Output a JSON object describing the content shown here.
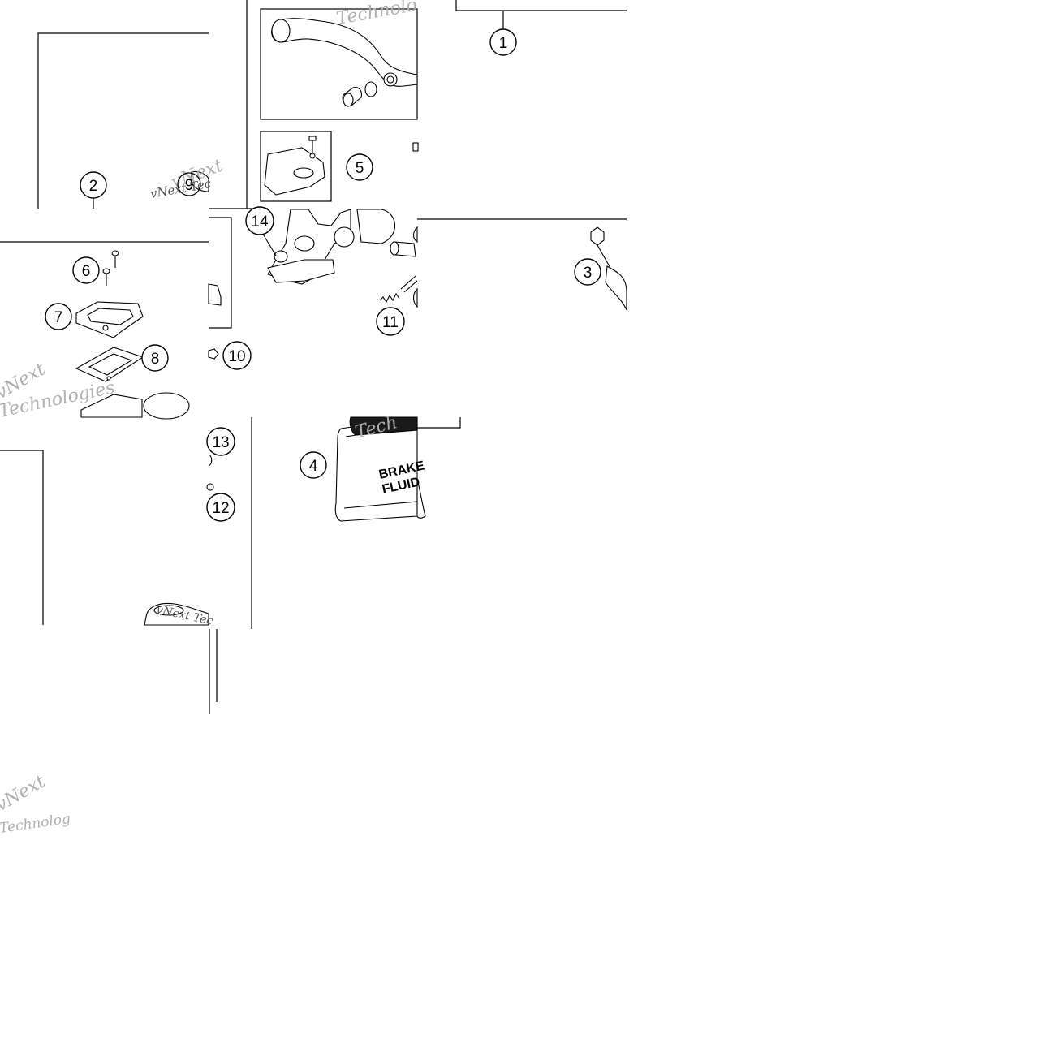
{
  "callouts": [
    {
      "id": "c1",
      "text": "1"
    },
    {
      "id": "c2",
      "text": "2"
    },
    {
      "id": "c3",
      "text": "3"
    },
    {
      "id": "c4",
      "text": "4"
    },
    {
      "id": "c5",
      "text": "5"
    },
    {
      "id": "c6",
      "text": "6"
    },
    {
      "id": "c7",
      "text": "7"
    },
    {
      "id": "c8",
      "text": "8"
    },
    {
      "id": "c9",
      "text": "9"
    },
    {
      "id": "c10",
      "text": "10"
    },
    {
      "id": "c11",
      "text": "11"
    },
    {
      "id": "c12",
      "text": "12"
    },
    {
      "id": "c13",
      "text": "13"
    },
    {
      "id": "c14",
      "text": "14"
    }
  ],
  "can_label": {
    "line1": "BRAKE",
    "line2": "FLUID"
  },
  "watermark": {
    "tile_1": "Technolo",
    "tile_2": "vNext Tec",
    "tile_3": "vNext",
    "tile_4": "vNext",
    "tile_5": "Technologies",
    "tile_6": "vNext",
    "tile_7": "Technolog",
    "tile_8": "vNext Tec",
    "tile_9": "Tech"
  },
  "colors": {
    "line": "#000000",
    "part_fill": "#ffffff",
    "shade": "#cfcfcf",
    "watermark": "#b0b0b0"
  }
}
